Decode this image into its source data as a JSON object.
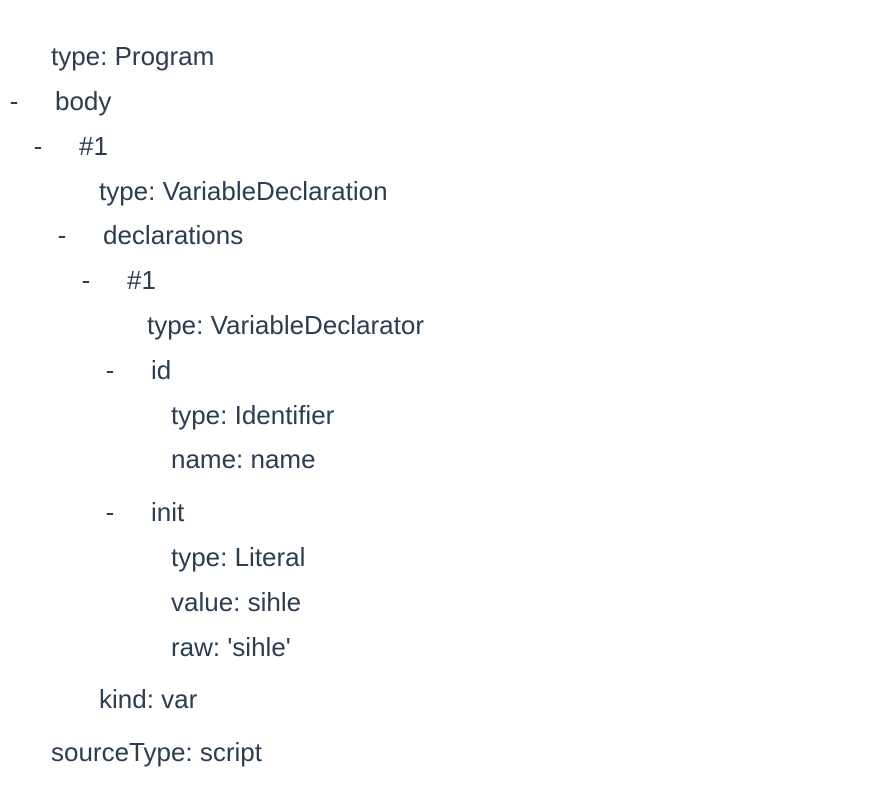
{
  "colors": {
    "text": "#2c3e50",
    "background": "#ffffff"
  },
  "toggle_glyph": "-",
  "ast": {
    "root_type": "type: Program",
    "body": {
      "label": "body",
      "item1": {
        "label": "#1",
        "type": "type: VariableDeclaration",
        "declarations": {
          "label": "declarations",
          "item1": {
            "label": "#1",
            "type": "type: VariableDeclarator",
            "id": {
              "label": "id",
              "type": "type: Identifier",
              "name": "name: name"
            },
            "init": {
              "label": "init",
              "type": "type: Literal",
              "value": "value: sihle",
              "raw": "raw: 'sihle'"
            }
          }
        },
        "kind": "kind: var"
      }
    },
    "source_type": "sourceType: script"
  }
}
